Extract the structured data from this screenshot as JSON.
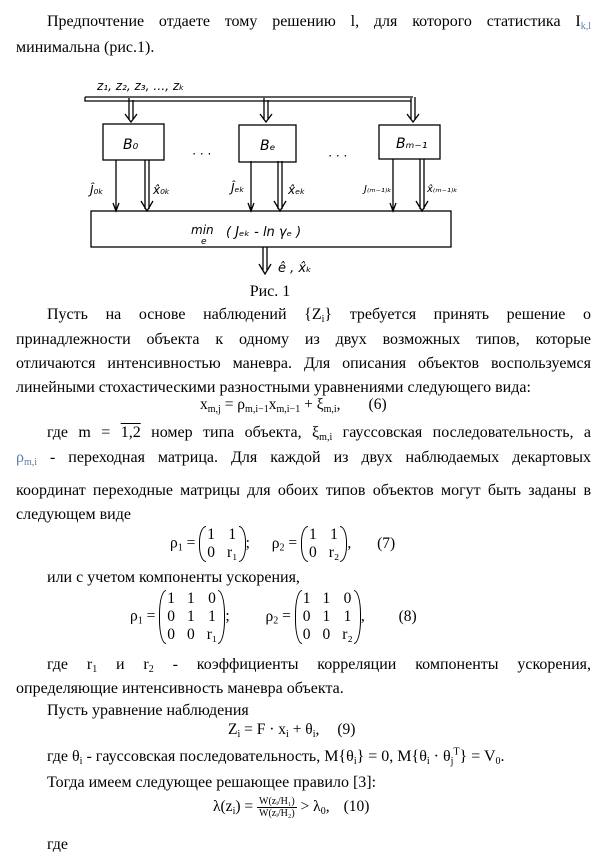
{
  "p1": {
    "line1": "Предпочтение отдаете тому решению l, для которого статистика",
    "stat": "I",
    "stat_sub": "k,l",
    "line2": "минимальна (рис.1)."
  },
  "figure": {
    "inputs": "z₁, z₂, z₃, …, zₖ",
    "blocks": [
      "B₀",
      "Bₑ",
      "Bₘ₋₁"
    ],
    "dots": "· · ·",
    "outputs": [
      "Ĵ₀ₖ",
      "x̂₀ₖ",
      "Ĵₑₖ",
      "x̂ₑₖ",
      "J₍ₘ₋₁₎ₖ",
      "x̂₍ₘ₋₁₎ₖ"
    ],
    "min_label": "min",
    "min_sub": "e",
    "min_expr": "( Jₑₖ - ln γₑ )",
    "result": "ê , x̂ₖ",
    "caption": "Рис. 1"
  },
  "p2": {
    "lines": [
      "Пусть на основе наблюдений {Z",
      "} требуется принять решение о",
      "принадлежности объекта к одному из двух возможных типов, которые",
      "отличаются интенсивностью маневра. Для описания объектов воспользуемся",
      "линейными стохастическими разностными уравнениями следующего вида:"
    ],
    "z_sub": "i"
  },
  "eq6": {
    "lhs": "x",
    "lhs_sub": "m,j",
    "eq": " = ρ",
    "rho_sub": "m,i−1",
    "x": "x",
    "x_sub": "m,i−1",
    "plus": " + ξ",
    "xi_sub": "m,i",
    "tail": ",",
    "num": "(6)"
  },
  "p3": {
    "l1a": "где m = ",
    "l1b": "1,2",
    "l1c": " номер типа объекта, ξ",
    "l1sub": "m,i",
    "l1d": " гауссовская последовательность, а",
    "l2a": "ρ",
    "l2sub": "m,i",
    "l2b": " - переходная матрица. Для каждой из двух наблюдаемых декартовых",
    "l3": "координат переходные матрицы для обоих типов объектов могут быть заданы в",
    "l4": "следующем виде"
  },
  "eq7": {
    "rho1": "ρ",
    "rho1_sub": "1",
    "m1": [
      "1",
      "1",
      "0",
      "r₁"
    ],
    "sep": ";",
    "rho2": "ρ",
    "rho2_sub": "2",
    "m2": [
      "1",
      "1",
      "0",
      "r₂"
    ],
    "tail": ",",
    "num": "(7)"
  },
  "p4": "или с учетом компоненты ускорения,",
  "eq8": {
    "rho1_sub": "1",
    "m1": [
      "1",
      "1",
      "0",
      "0",
      "1",
      "1",
      "0",
      "0",
      "r₁"
    ],
    "sep": ";",
    "rho2_sub": "2",
    "m2": [
      "1",
      "1",
      "0",
      "0",
      "1",
      "1",
      "0",
      "0",
      "r₂"
    ],
    "tail": ",",
    "num": "(8)"
  },
  "p5": {
    "l1a": "где r",
    "s1": "1",
    "l1b": " и r",
    "s2": "2",
    "l1c": " - коэффициенты корреляции компоненты ускорения,",
    "l2": "определяющие интенсивность маневра объекта."
  },
  "p6": "Пусть уравнение наблюдения",
  "eq9": {
    "a": "Z",
    "a_sub": "i",
    "b": " = F · x",
    "b_sub": "i",
    "c": " + θ",
    "c_sub": "i",
    "d": ",",
    "num": "(9)"
  },
  "p7": {
    "a": "где θ",
    "a_sub": "i",
    "b": " - гауссовская последовательность, ",
    "c": "M{θ",
    "c_sub": "i",
    "d": "} = 0, M{θ",
    "d_sub": "i",
    "e": " · θ",
    "e_sub": "j",
    "e_sup": "T",
    "f": "} = V",
    "f_sub": "0",
    "g": "."
  },
  "p8": "Тогда имеем следующее решающее правило [3]:",
  "eq10": {
    "lhs": "λ(z",
    "lhs_sub": "i",
    "lhs2": ") = ",
    "num_top": "W(zᵢ/H₁)",
    "den": "W(zᵢ/H₂)",
    "gt": " > λ",
    "gt_sub": "0",
    "tail": ",",
    "num": "(10)"
  },
  "p9": "где"
}
